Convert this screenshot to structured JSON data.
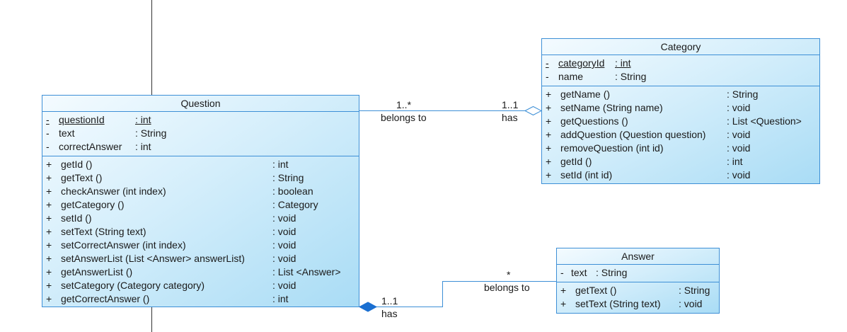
{
  "classes": {
    "question": {
      "name": "Question",
      "attributes": [
        {
          "vis": "-",
          "name": "questionId",
          "type": ": int",
          "static": true
        },
        {
          "vis": "-",
          "name": "text",
          "type": ": String",
          "static": false
        },
        {
          "vis": "-",
          "name": "correctAnswer",
          "type": ": int",
          "static": false
        }
      ],
      "operations": [
        {
          "vis": "+",
          "name": "getId ()",
          "type": ": int"
        },
        {
          "vis": "+",
          "name": "getText ()",
          "type": ": String"
        },
        {
          "vis": "+",
          "name": "checkAnswer (int index)",
          "type": ": boolean"
        },
        {
          "vis": "+",
          "name": "getCategory ()",
          "type": ": Category"
        },
        {
          "vis": "+",
          "name": "setId ()",
          "type": ": void"
        },
        {
          "vis": "+",
          "name": "setText (String text)",
          "type": ": void"
        },
        {
          "vis": "+",
          "name": "setCorrectAnswer (int index)",
          "type": ": void"
        },
        {
          "vis": "+",
          "name": "setAnswerList (List <Answer> answerList)",
          "type": ": void"
        },
        {
          "vis": "+",
          "name": "getAnswerList ()",
          "type": ": List <Answer>"
        },
        {
          "vis": "+",
          "name": "setCategory (Category category)",
          "type": ": void"
        },
        {
          "vis": "+",
          "name": "getCorrectAnswer ()",
          "type": ": int"
        }
      ]
    },
    "category": {
      "name": "Category",
      "attributes": [
        {
          "vis": "-",
          "name": "categoryId",
          "type": ": int",
          "static": true
        },
        {
          "vis": "-",
          "name": "name",
          "type": ": String",
          "static": false
        }
      ],
      "operations": [
        {
          "vis": "+",
          "name": "getName ()",
          "type": ": String"
        },
        {
          "vis": "+",
          "name": "setName (String name)",
          "type": ": void"
        },
        {
          "vis": "+",
          "name": "getQuestions ()",
          "type": ": List <Question>"
        },
        {
          "vis": "+",
          "name": "addQuestion (Question question)",
          "type": ": void"
        },
        {
          "vis": "+",
          "name": "removeQuestion (int id)",
          "type": ": void"
        },
        {
          "vis": "+",
          "name": "getId ()",
          "type": ": int"
        },
        {
          "vis": "+",
          "name": "setId (int id)",
          "type": ": void"
        }
      ]
    },
    "answer": {
      "name": "Answer",
      "attributes": [
        {
          "vis": "-",
          "name": "text",
          "type": ": String",
          "static": false
        }
      ],
      "operations": [
        {
          "vis": "+",
          "name": "getText ()",
          "type": ": String"
        },
        {
          "vis": "+",
          "name": "setText (String text)",
          "type": ": void"
        }
      ]
    }
  },
  "associations": {
    "question_category": {
      "question_end": {
        "multiplicity": "1..*",
        "role": "belongs to"
      },
      "category_end": {
        "multiplicity": "1..1",
        "role": "has",
        "kind": "aggregation"
      }
    },
    "question_answer": {
      "question_end": {
        "multiplicity": "1..1",
        "role": "has",
        "kind": "composition"
      },
      "answer_end": {
        "multiplicity": "*",
        "role": "belongs to"
      }
    }
  },
  "colors": {
    "border": "#3d8fd6",
    "fill_light": "#f4fbff",
    "fill_dark": "#a9dcf5",
    "guide_line": "#333333"
  }
}
